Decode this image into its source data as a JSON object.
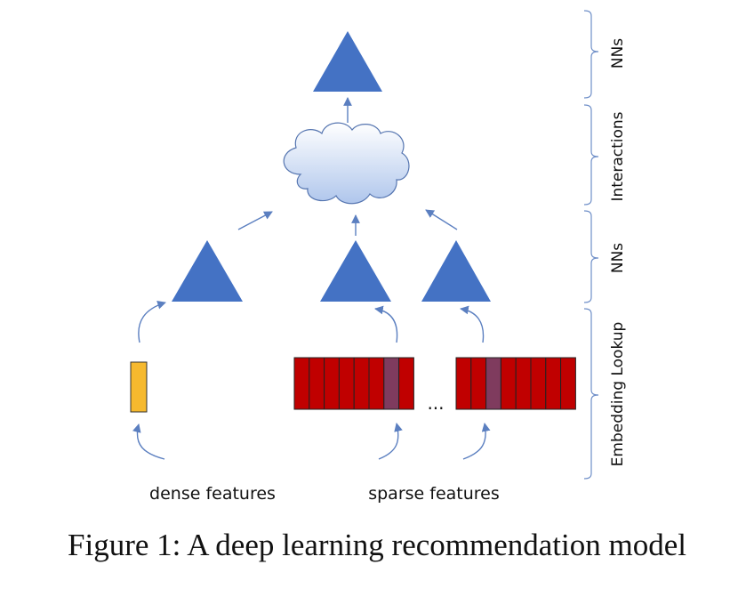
{
  "figure": {
    "caption": "Figure 1: A deep learning recommendation model",
    "inputs": {
      "dense_label": "dense features",
      "sparse_label": "sparse features",
      "ellipsis": "..."
    },
    "layers": {
      "top_nns": "NNs",
      "interactions": "Interactions",
      "bottom_nns": "NNs",
      "embedding_lookup": "Embedding Lookup"
    },
    "colors": {
      "triangle": "#4472C4",
      "arrow": "#5B7FC0",
      "dense_vector": "#F6B92E",
      "embedding_cell": "#C00000",
      "embedding_selected": "#7F3B5E",
      "cloud_top": "#FFFFFF",
      "cloud_bottom": "#AFC6EC",
      "cloud_stroke": "#5575B0",
      "bracket": "#6F8FC8"
    }
  }
}
